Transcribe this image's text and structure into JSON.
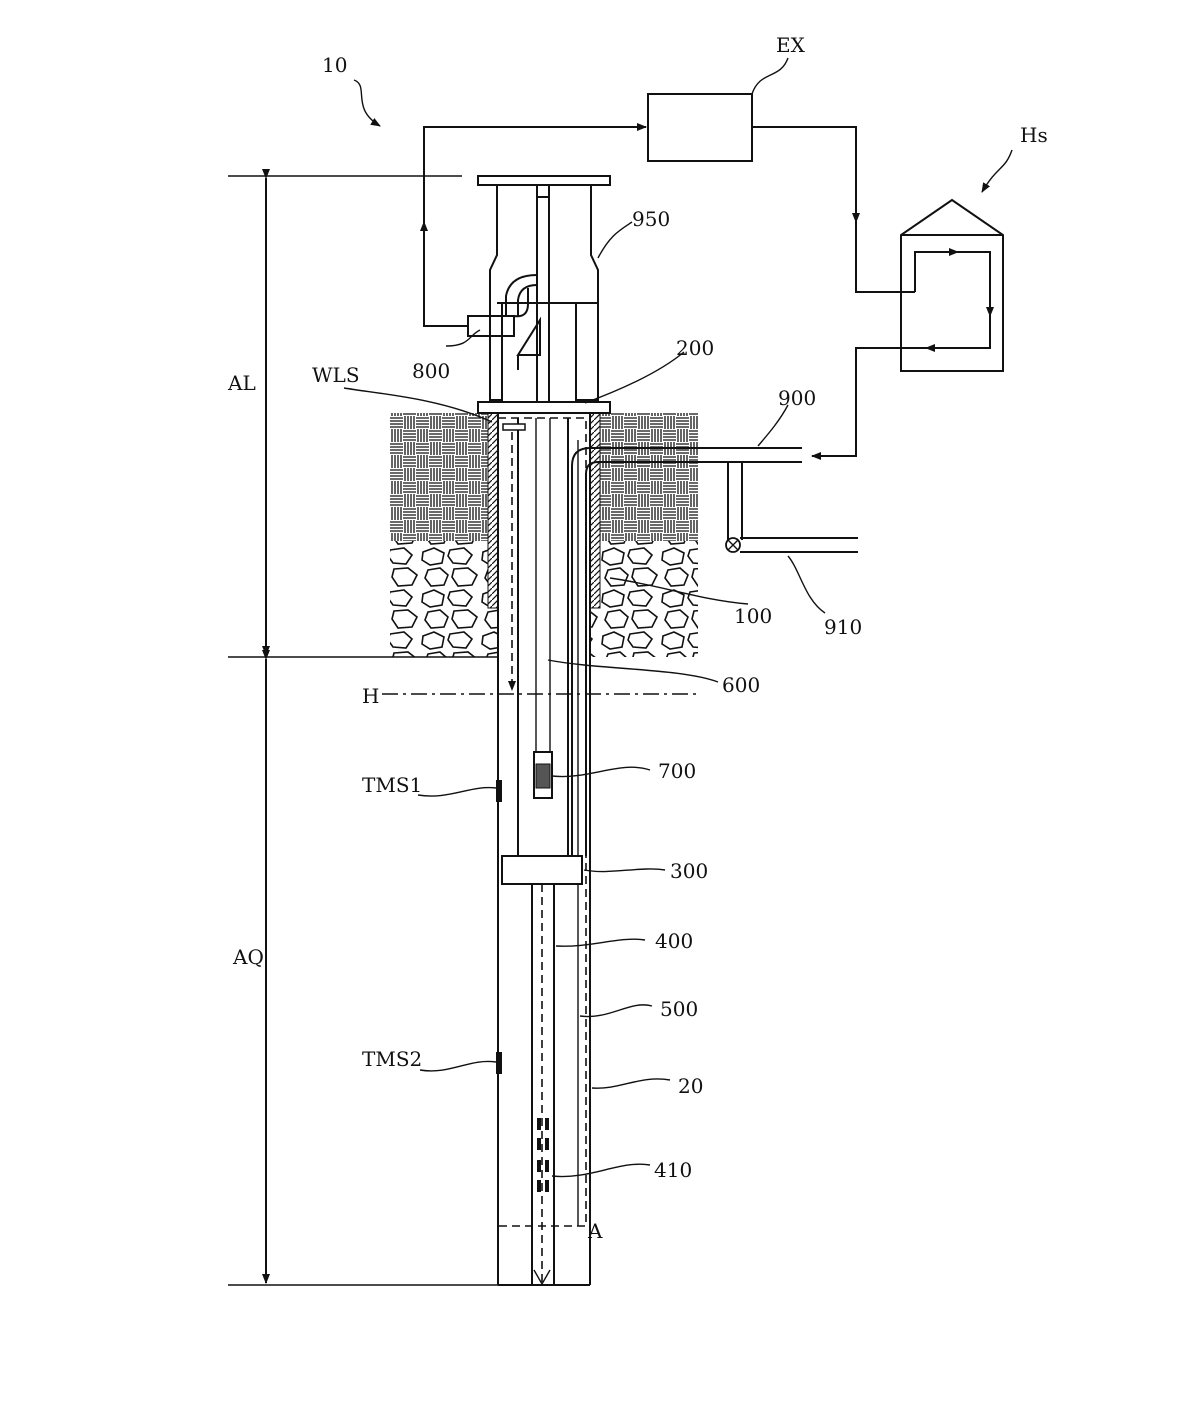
{
  "labels": {
    "system": "10",
    "ex": "EX",
    "hs": "Hs",
    "comp950": "950",
    "comp200": "200",
    "comp800": "800",
    "wls": "WLS",
    "al": "AL",
    "comp900": "900",
    "comp100": "100",
    "comp910": "910",
    "comp600": "600",
    "h": "H",
    "comp700": "700",
    "tms1": "TMS1",
    "comp300": "300",
    "comp400": "400",
    "aq": "AQ",
    "comp500": "500",
    "tms2": "TMS2",
    "comp20": "20",
    "comp410": "410",
    "a": "A"
  }
}
